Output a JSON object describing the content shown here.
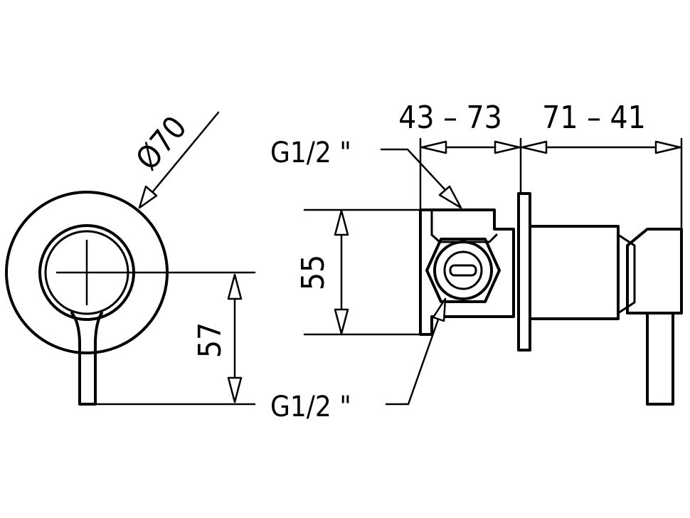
{
  "dimensions": {
    "diameter_symbol": "Ø",
    "diameter_value": "70",
    "height_57": "57",
    "height_55": "55",
    "width_left": "43 – 73",
    "width_right": "71 – 41"
  },
  "labels": {
    "thread_top": "G1/2 \"",
    "thread_bottom": "G1/2 \""
  }
}
